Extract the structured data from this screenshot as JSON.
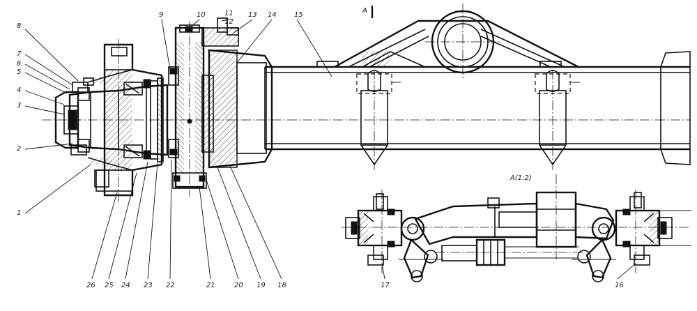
{
  "drawing": {
    "callouts": {
      "c1": "1",
      "c2": "2",
      "c3": "3",
      "c4": "4",
      "c5": "5",
      "c6": "6",
      "c7": "7",
      "c8": "8",
      "c9": "9",
      "c10": "10",
      "c11": "11",
      "c12": "12",
      "c13": "13",
      "c14": "14",
      "c15": "15",
      "c16": "16",
      "c17": "17",
      "c18": "18",
      "c19": "19",
      "c20": "20",
      "c21": "21",
      "c22": "22",
      "c23": "23",
      "c24": "24",
      "c25": "25",
      "c26": "26"
    },
    "view_marker": "A",
    "view_title": "A(1:2)"
  }
}
